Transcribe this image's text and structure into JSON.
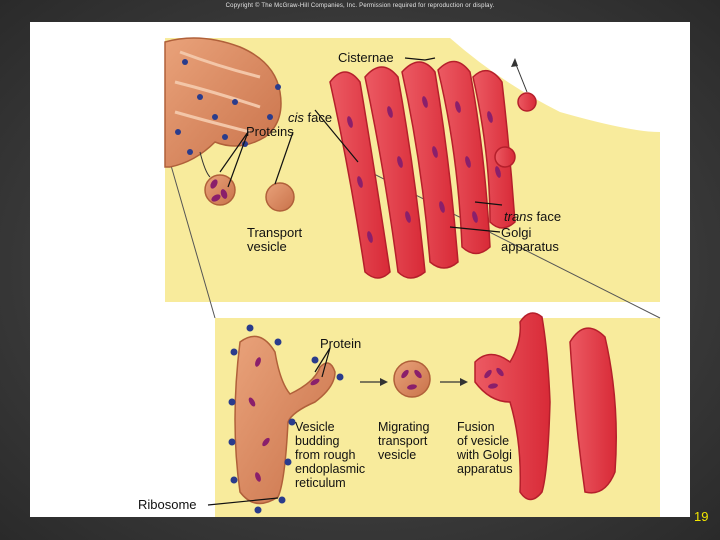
{
  "copyright": "Copyright © The McGraw-Hill Companies, Inc. Permission required for reproduction or display.",
  "labels": {
    "cisternae": "Cisternae",
    "cis_face_italic": "cis",
    "cis_face_rest": " face",
    "proteins": "Proteins",
    "trans_face_italic": "trans",
    "trans_face_rest": " face",
    "transport_vesicle": "Transport\nvesicle",
    "golgi_apparatus": "Golgi\napparatus",
    "protein": "Protein",
    "vesicle_budding": "Vesicle\nbudding\nfrom rough\nendoplasmic\nreticulum",
    "migrating_vesicle": "Migrating\ntransport\nvesicle",
    "fusion_of_vesicle": "Fusion\nof vesicle\nwith Golgi\napparatus",
    "ribosome": "Ribosome"
  },
  "page_number": "19",
  "colors": {
    "background_panel": "#f8eb9c",
    "er_fill": "#d98a5e",
    "golgi_fill": "#e0323f",
    "protein": "#8a1f6b",
    "ribosome": "#2a3c8c"
  }
}
